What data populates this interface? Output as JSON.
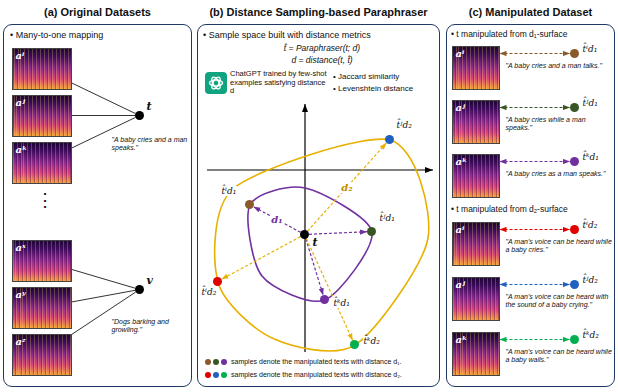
{
  "diagram": {
    "nodes": [
      {
        "text": [
          "(a) Original Datasets"
        ]
      },
      {
        "text": [
          "aⁱ"
        ],
        "in": 0
      },
      {
        "text": [
          "aʲ"
        ],
        "in": 0
      },
      {
        "text": [
          "aᵏ"
        ],
        "in": 0
      },
      {
        "text": [
          "t",
          "\"A baby cries and a man speaks.\""
        ],
        "in": 0
      },
      {
        "text": [
          "aˣ"
        ],
        "in": 0
      },
      {
        "text": [
          "aʸ"
        ],
        "in": 0
      },
      {
        "text": [
          "aᶻ"
        ],
        "in": 0
      },
      {
        "text": [
          "v",
          "\"Dogs barking and growling.\""
        ],
        "in": 0
      },
      {
        "text": [
          "(b) Distance Sampling-based Paraphraser"
        ]
      },
      {
        "text": [
          "t"
        ],
        "in": 9
      },
      {
        "text": [
          "t̂ʲd₂"
        ],
        "in": 9
      },
      {
        "text": [
          "t̂ⁱd₁"
        ],
        "in": 9
      },
      {
        "text": [
          "t̂ʲd₁"
        ],
        "in": 9
      },
      {
        "text": [
          "t̂ⁱd₂"
        ],
        "in": 9
      },
      {
        "text": [
          "t̂ᵏd₁"
        ],
        "in": 9
      },
      {
        "text": [
          "t̂ᵏd₂"
        ],
        "in": 9
      },
      {
        "text": [
          "(c) Manipulated Dataset"
        ]
      },
      {
        "text": [
          "aⁱ"
        ],
        "in": 17
      },
      {
        "text": [
          "t̂ⁱd₁",
          "\"A baby cries and a man talks.\""
        ],
        "in": 17
      },
      {
        "text": [
          "aʲ"
        ],
        "in": 17
      },
      {
        "text": [
          "t̂ʲd₁",
          "\"A baby cries while a man speaks.\""
        ],
        "in": 17
      },
      {
        "text": [
          "aᵏ"
        ],
        "in": 17
      },
      {
        "text": [
          "t̂ᵏd₁",
          "\"A baby cries as a man speaks.\""
        ],
        "in": 17
      },
      {
        "text": [
          "aⁱ"
        ],
        "in": 17
      },
      {
        "text": [
          "t̂ⁱd₂",
          "\"A man's voice can be heard while a baby cries.\""
        ],
        "in": 17
      },
      {
        "text": [
          "aʲ"
        ],
        "in": 17
      },
      {
        "text": [
          "t̂ʲd₂",
          "\"A man's voice can be heard with the sound of a baby crying.\""
        ],
        "in": 17
      },
      {
        "text": [
          "aᵏ"
        ],
        "in": 17
      },
      {
        "text": [
          "t̂ᵏd₂",
          "\"A man's voice can be heard while a baby wails.\""
        ],
        "in": 17
      }
    ],
    "edges": [
      {
        "from": 1,
        "to": 4,
        "arrow": "none"
      },
      {
        "from": 2,
        "to": 4,
        "arrow": "none"
      },
      {
        "from": 3,
        "to": 4,
        "arrow": "none"
      },
      {
        "from": 5,
        "to": 8,
        "arrow": "none"
      },
      {
        "from": 6,
        "to": 8,
        "arrow": "none"
      },
      {
        "from": 7,
        "to": 8,
        "arrow": "none"
      },
      {
        "from": 10,
        "to": 11,
        "arrow": "to",
        "label": "d₂"
      },
      {
        "from": 10,
        "to": 12,
        "arrow": "to",
        "label": "d₁"
      },
      {
        "from": 10,
        "to": 13,
        "arrow": "to"
      },
      {
        "from": 10,
        "to": 14,
        "arrow": "to"
      },
      {
        "from": 10,
        "to": 15,
        "arrow": "to"
      },
      {
        "from": 10,
        "to": 16,
        "arrow": "to"
      },
      {
        "from": 18,
        "to": 19,
        "arrow": "both"
      },
      {
        "from": 20,
        "to": 21,
        "arrow": "both"
      },
      {
        "from": 22,
        "to": 23,
        "arrow": "both"
      },
      {
        "from": 24,
        "to": 25,
        "arrow": "both"
      },
      {
        "from": 26,
        "to": 27,
        "arrow": "both"
      },
      {
        "from": 28,
        "to": 29,
        "arrow": "both"
      }
    ],
    "labels": [
      "• Many-to-one mapping",
      "⋮",
      "• Sample space built with distance metrics",
      "t̂ = Paraphraser(t; d)",
      "d = distance(t, t̂)",
      "ChatGPT trained by few-shot examples satisfying distance d",
      "• Jaccard similarity",
      "• Levenshtein distance",
      "• t manipulated from d₁-surface",
      "• t manipulated from d₂-surface"
    ],
    "legend": [
      {
        "text": "samples denote the manipulated texts with distance d₁."
      },
      {
        "text": "samples denote the manipulated texts with distance d₂."
      }
    ]
  }
}
